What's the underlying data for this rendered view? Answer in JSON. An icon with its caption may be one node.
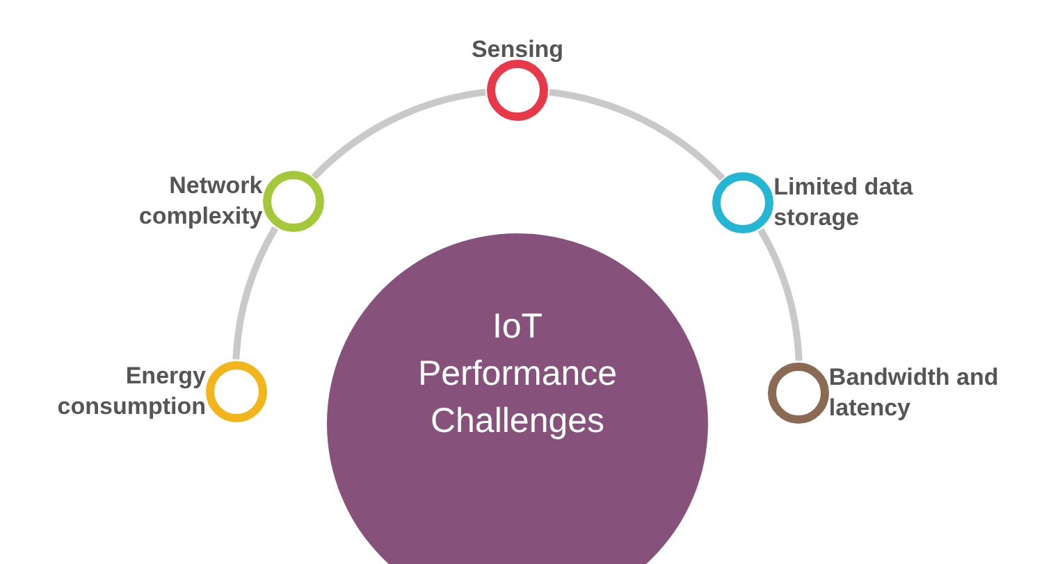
{
  "diagram": {
    "nodes": [
      {
        "text": [
          "IoT Performance Challenges"
        ]
      },
      {
        "text": [],
        "shape": "circle",
        "beside": [
          "Energy consumption"
        ]
      },
      {
        "text": [],
        "shape": "circle",
        "beside": [
          "Network complexity"
        ]
      },
      {
        "text": [],
        "shape": "circle",
        "beside": [
          "Sensing"
        ]
      },
      {
        "text": [],
        "shape": "circle",
        "beside": [
          "Limited data storage"
        ]
      },
      {
        "text": [],
        "shape": "circle",
        "beside": [
          "Bandwidth and latency"
        ]
      }
    ],
    "edges": [
      {
        "from": 1,
        "to": 2,
        "arrow": "none"
      },
      {
        "from": 2,
        "to": 3,
        "arrow": "none"
      },
      {
        "from": 3,
        "to": 4,
        "arrow": "none"
      },
      {
        "from": 4,
        "to": 5,
        "arrow": "none"
      }
    ]
  }
}
